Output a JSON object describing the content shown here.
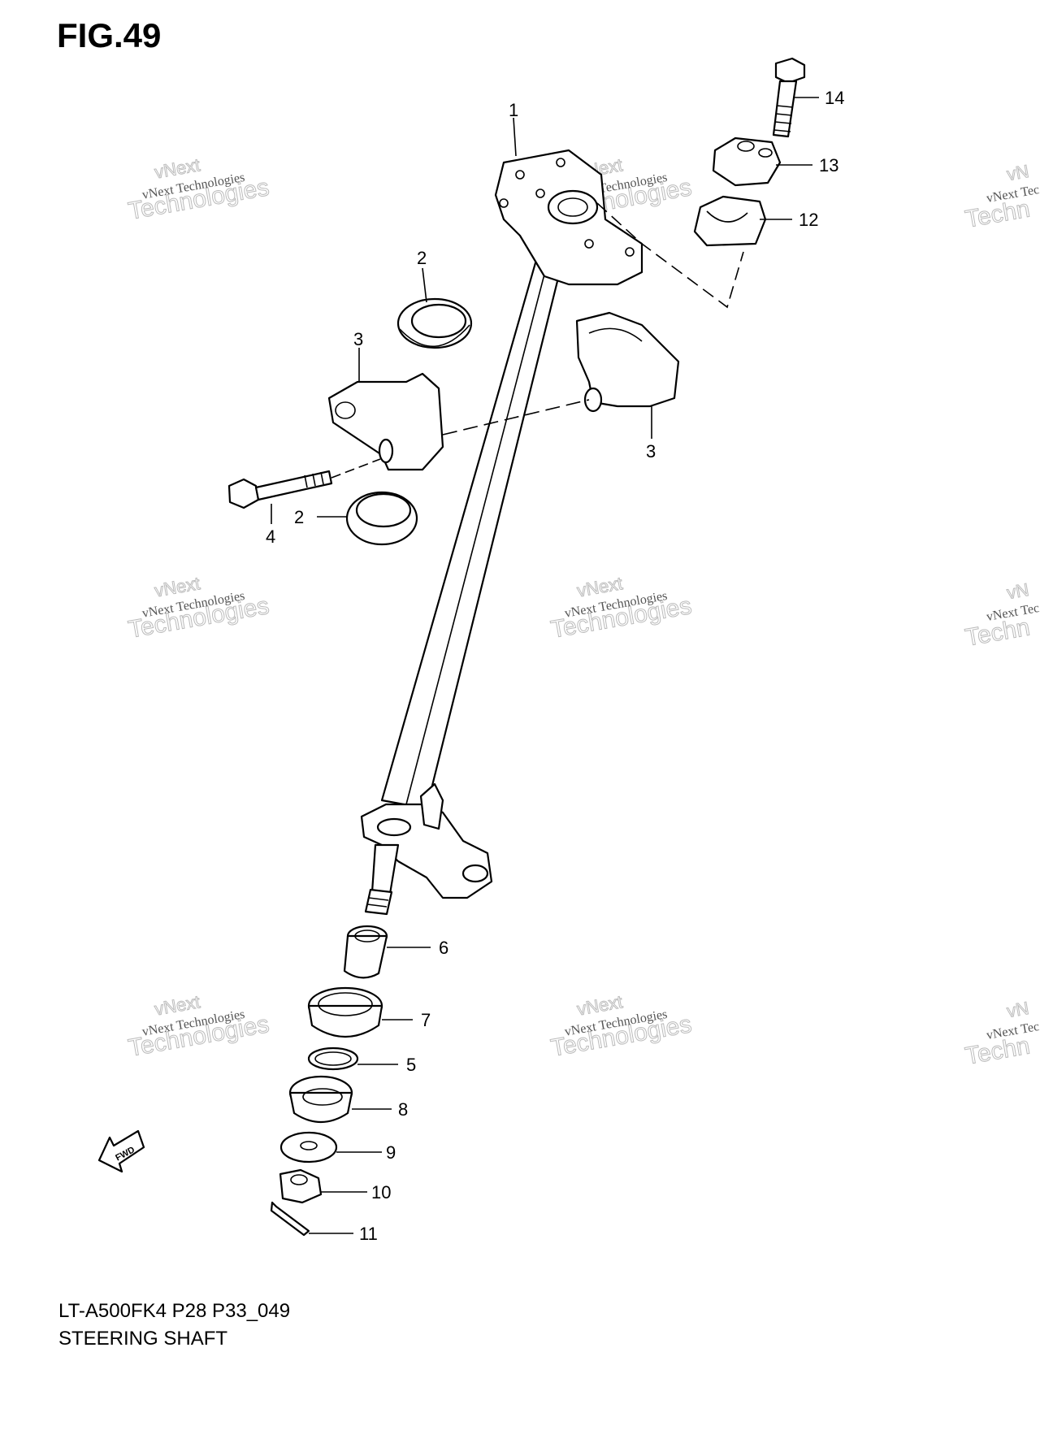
{
  "figure": {
    "title": "FIG.49",
    "model_code": "LT-A500FK4 P28 P33_049",
    "name": "STEERING SHAFT",
    "direction_label": "FWD"
  },
  "watermark": {
    "line1": "vNext Technologies",
    "line2": "vNext",
    "line3": "Technologies",
    "cut_line1": "vNext Tec",
    "cut_line2": "vN",
    "cut_line3": "Techn"
  },
  "callouts": [
    "1",
    "2",
    "2",
    "3",
    "3",
    "4",
    "5",
    "6",
    "7",
    "8",
    "9",
    "10",
    "11",
    "12",
    "13",
    "14"
  ]
}
